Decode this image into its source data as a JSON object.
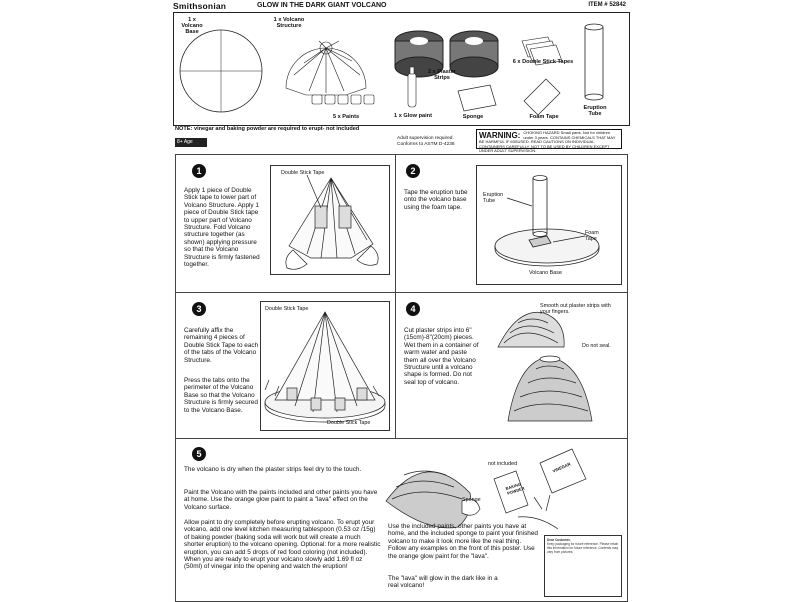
{
  "header": {
    "brand": "Smithsonian",
    "title": "GLOW IN THE DARK GIANT VOLCANO",
    "item_number": "ITEM # 52842"
  },
  "parts": {
    "base": "1 x Volcano Base",
    "structure": "1 x Volcano Structure",
    "paints": "5 x Paints",
    "plaster": "2 x Plaster Strips",
    "glow_paint": "1 x Glow paint",
    "sponge": "Sponge",
    "tapes": "6 x Double Stick Tapes",
    "foam_tape": "Foam Tape",
    "eruption_tube": "Eruption Tube"
  },
  "note": "NOTE: vinegar and baking powder are required to erupt- not included",
  "age": "8+ Age Grade 8+",
  "adult": "Adult supervision required. Conforms to ASTM D-4236",
  "warning": {
    "title": "WARNING:",
    "text": "CHOKING HAZARD Small parts. Not for children under 3 years. CONTAINS CHEMICALS THAT MAY BE HARMFUL IF MISUSED. READ CAUTIONS ON INDIVIDUAL CONTAINERS CAREFULLY. NOT TO BE USED BY CHILDREN EXCEPT UNDER ADULT SUPERVISION."
  },
  "steps": {
    "s1": {
      "number": "1",
      "text": "Apply 1 piece of Double Stick tape to lower part of Volcano Structure. Apply 1 piece of Double Stick tape to upper part of Volcano Structure. Fold Volcano structure together (as shown) applying pressure so that the Volcano Structure is firmly fastened together.",
      "callout": "Double Stick Tape"
    },
    "s2": {
      "number": "2",
      "text": "Tape the eruption tube onto the volcano base using the foam tape.",
      "callout_tube": "Eruption Tube",
      "callout_foam": "Foam Tape",
      "callout_base": "Volcano Base"
    },
    "s3": {
      "number": "3",
      "text1": "Carefully affix the remaining 4 pieces of Double Stick Tape to each of the tabs of the Volcano Structure.",
      "text2": "Press the tabs onto the perimeter of the Volcano Base so that the Volcano Structure is firmly secured to the Volcano Base.",
      "callout_top": "Double Stick Tape",
      "callout_bottom": "Double Stick Tape"
    },
    "s4": {
      "number": "4",
      "text": "Cut plaster strips into 6\"(15cm)-8\"(20cm) pieces. Wet them in a container of warm water and paste them all over the Volcano Structure until a volcano shape is formed. Do not seal top of volcano.",
      "callout_smooth": "Smooth out plaster strips with your fingers.",
      "callout_seal": "Do not seal."
    },
    "s5": {
      "number": "5",
      "p1": "The volcano is dry when the plaster strips feel dry to the touch.",
      "p2": "Paint the Volcano with the paints included and other paints you have at home. Use the orange glow paint to paint a \"lava\" effect on the Volcano surface.",
      "p3": "Allow paint to dry completely before erupting volcano. To erupt your volcano, add one level kitchen measuring tablespoon (0.53 oz /15g) of baking powder (baking soda will work but will create a much shorter eruption) to the volcano opening. Optional: for a more realistic eruption, you can add 5 drops of red food coloring (not included). When you are ready to erupt your volcano slowly add 1.69 fl oz (50ml) of vinegar into the opening and watch the eruption!",
      "p4": "Use the included paints, other paints you have at home, and the included sponge to paint your finished volcano to make it look more like the real thing. Follow any examples on the front of this poster. Use the orange glow paint for the \"lava\".",
      "p5": "The \"lava\" will glow in the dark like in a real volcano!",
      "callout_sponge": "Sponge",
      "callout_not_included": "not included",
      "bottle1": "BAKING POWDER",
      "bottle2": "VINEGAR"
    }
  },
  "contact": {
    "heading": "Dear Customer,",
    "body": "Keep packaging for future reference. Please retain this information for future reference. Contents may vary from pictures."
  }
}
